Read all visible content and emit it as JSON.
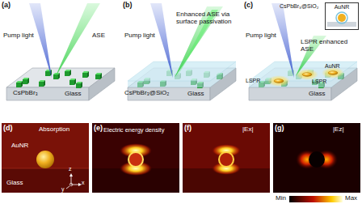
{
  "diagram": {
    "nodes": [
      {
        "text": [
          "AuNR"
        ]
      }
    ],
    "labels": [
      "(a)",
      "Pump light",
      "ASE",
      "CsPbBr₃",
      "Glass",
      "(b)",
      "Pump light",
      "Enhanced ASE via surface passivation",
      "CsPbBr₃@SiO₂",
      "Glass",
      "(c)",
      "Pump light",
      "CsPbBr₃@SiO₂",
      "LSPR enhanced ASE",
      "LSPR",
      "LSPR",
      "AuNR",
      "Glass",
      "(d)",
      "Absorption",
      "AuNR",
      "Glass",
      "z",
      "y",
      "x",
      "(e)",
      "Electric energy density",
      "(f)",
      "|Ex|",
      "(g)",
      "|Ez|",
      "Min",
      "Max"
    ]
  }
}
